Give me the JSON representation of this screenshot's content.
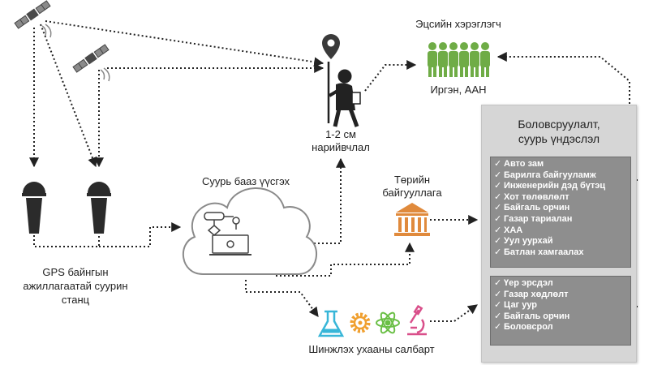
{
  "end_user": {
    "title": "Эцсийн хэрэглэгч",
    "subtitle": "Иргэн, ААН"
  },
  "precision": {
    "line1": "1-2 см",
    "line2": "нарийвчлал"
  },
  "base_build": {
    "label": "Суурь бааз үүсгэх"
  },
  "gov_org": {
    "line1": "Төрийн",
    "line2": "байгууллага"
  },
  "gps_station": {
    "line1": "GPS байнгын",
    "line2": "ажиллагаатай суурин",
    "line3": "станц"
  },
  "science": {
    "label": "Шинжлэх ухааны салбарт"
  },
  "panel": {
    "title_line1": "Боловсруулалт,",
    "title_line2": "суурь үндэслэл",
    "check_mark": "✓",
    "box1": [
      "Авто зам",
      "Барилга байгууламж",
      "Инженерийн дэд бүтэц",
      "Хот төлөвлөлт",
      "Байгаль орчин",
      "Газар тариалан",
      "ХАА",
      "Уул уурхай",
      "Батлан хамгаалах"
    ],
    "box2": [
      "Үер эрсдэл",
      "Газар хөдлөлт",
      "Цаг уур",
      "Байгаль орчин",
      "Боловсрол"
    ]
  },
  "colors": {
    "green": "#6fac46",
    "orange": "#e08a3c",
    "science_cyan": "#38b6d8",
    "science_orange": "#f0a030",
    "science_green": "#6abf45",
    "science_pink": "#d94f8a",
    "dark": "#2b2b2b",
    "panel_bg": "#d6d6d6",
    "box_bg": "#8e8e8e"
  },
  "icons": [
    "satellite-icon",
    "gps-antenna-icon",
    "surveyor-icon",
    "location-pin-icon",
    "people-group-icon",
    "cloud-icon",
    "flowchart-icon",
    "government-building-icon",
    "flask-icon",
    "gear-icon",
    "atom-icon",
    "microscope-icon"
  ]
}
